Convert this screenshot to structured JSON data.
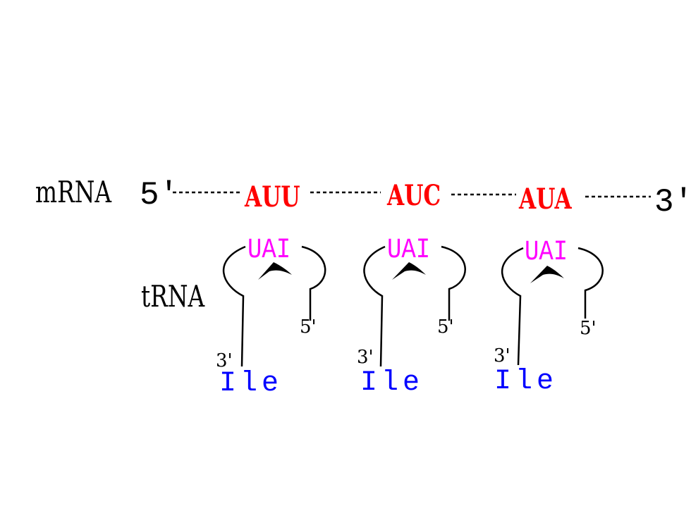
{
  "labels": {
    "mrna": "mRNA",
    "trna": "tRNA"
  },
  "mrna": {
    "five_prime": "5'",
    "three_prime": "3'",
    "codons": [
      "AUU",
      "AUC",
      "AUA"
    ]
  },
  "trnas": [
    {
      "anticodon": "UAI",
      "five_prime": "5'",
      "three_prime": "3'",
      "amino_acid": "Ile"
    },
    {
      "anticodon": "UAI",
      "five_prime": "5'",
      "three_prime": "3'",
      "amino_acid": "Ile"
    },
    {
      "anticodon": "UAI",
      "five_prime": "5'",
      "three_prime": "3'",
      "amino_acid": "Ile"
    }
  ],
  "colors": {
    "codon": "#ff0000",
    "anticodon": "#ff00ff",
    "amino_acid": "#0000ff",
    "line": "#000000"
  }
}
